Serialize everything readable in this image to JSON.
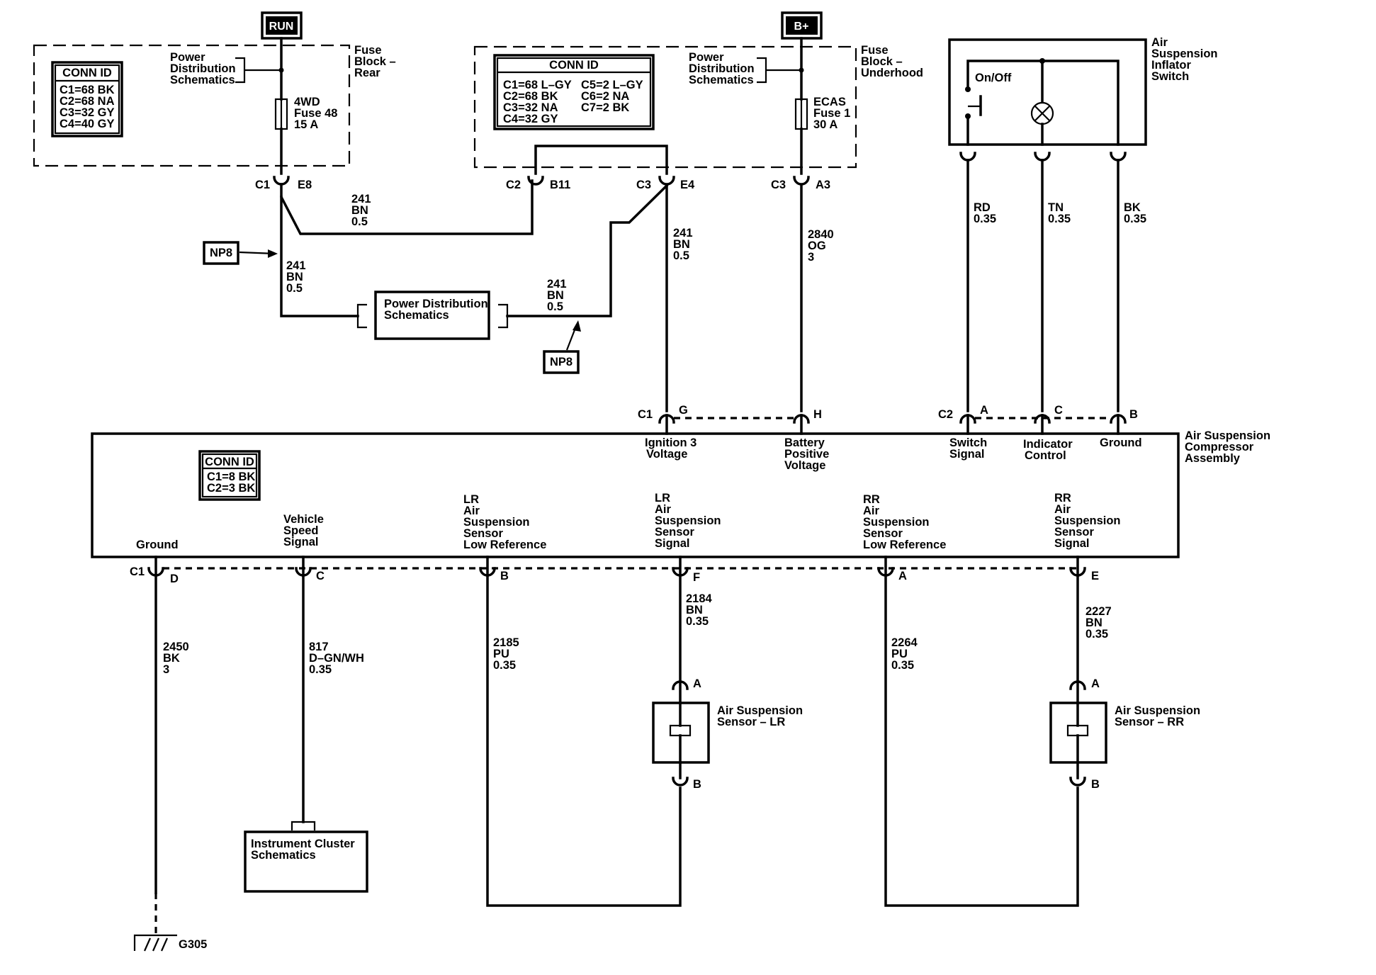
{
  "top_labels": {
    "run": "RUN",
    "bplus": "B+",
    "fuse_block_rear": [
      "Fuse",
      "Block –",
      "Rear"
    ],
    "fuse_block_underhood": [
      "Fuse",
      "Block –",
      "Underhood"
    ],
    "power_dist_left": [
      "Power",
      "Distribution",
      "Schematics"
    ],
    "power_dist_right": [
      "Power",
      "Distribution",
      "Schematics"
    ],
    "fuse_4wd": [
      "4WD",
      "Fuse 48",
      "15 A"
    ],
    "fuse_ecas": [
      "ECAS",
      "Fuse 1",
      "30 A"
    ]
  },
  "conn_id_rear": {
    "title": "CONN ID",
    "rows": [
      "C1=68 BK",
      "C2=68 NA",
      "C3=32 GY",
      "C4=40 GY"
    ]
  },
  "conn_id_underhood": {
    "title": "CONN ID",
    "col1": [
      "C1=68 L–GY",
      "C2=68 BK",
      "C3=32 NA",
      "C4=32 GY"
    ],
    "col2": [
      "C5=2 L–GY",
      "C6=2 NA",
      "C7=2 BK"
    ]
  },
  "conn_id_compressor": {
    "title": "CONN ID",
    "rows": [
      "C1=8 BK",
      "C2=3 BK"
    ]
  },
  "switch": {
    "title": [
      "Air",
      "Suspension",
      "Inflator",
      "Switch"
    ],
    "on_off": "On/Off"
  },
  "connectors": {
    "c1_e8": [
      "C1",
      "E8"
    ],
    "c2_b11": [
      "C2",
      "B11"
    ],
    "c3_e4": [
      "C3",
      "E4"
    ],
    "c3_a3": [
      "C3",
      "A3"
    ],
    "c1_g": [
      "C1",
      "G"
    ],
    "h": "H",
    "c2_a": [
      "C2",
      "A"
    ],
    "c": "C",
    "b_top": "B",
    "c1_d": [
      "C1",
      "D"
    ],
    "c_bottom": "C",
    "b_bottom": "B",
    "f": "F",
    "a_bottom": "A",
    "e": "E",
    "lr_a": "A",
    "lr_b": "B",
    "rr_a": "A",
    "rr_b": "B"
  },
  "wires": {
    "w241_top": [
      "241",
      "BN",
      "0.5"
    ],
    "w241_left": [
      "241",
      "BN",
      "0.5"
    ],
    "w241_mid": [
      "241",
      "BN",
      "0.5"
    ],
    "w241_e4": [
      "241",
      "BN",
      "0.5"
    ],
    "w2840": [
      "2840",
      "OG",
      "3"
    ],
    "wrd": [
      "RD",
      "0.35"
    ],
    "wtn": [
      "TN",
      "0.35"
    ],
    "wbk": [
      "BK",
      "0.35"
    ],
    "w2450": [
      "2450",
      "BK",
      "3"
    ],
    "w817": [
      "817",
      "D–GN/WH",
      "0.35"
    ],
    "w2185": [
      "2185",
      "PU",
      "0.35"
    ],
    "w2184": [
      "2184",
      "BN",
      "0.35"
    ],
    "w2264": [
      "2264",
      "PU",
      "0.35"
    ],
    "w2227": [
      "2227",
      "BN",
      "0.35"
    ]
  },
  "np8_left": "NP8",
  "np8_mid": "NP8",
  "pds_box": [
    "Power Distribution",
    "Schematics"
  ],
  "compressor": {
    "title": [
      "Air Suspension",
      "Compressor",
      "Assembly"
    ],
    "pin_ign": [
      "Ignition 3",
      "Voltage"
    ],
    "pin_batt": [
      "Battery",
      "Positive",
      "Voltage"
    ],
    "pin_switch": [
      "Switch",
      "Signal"
    ],
    "pin_indicator": [
      "Indicator",
      "Control"
    ],
    "pin_ground_top": [
      "Ground"
    ],
    "pin_ground": [
      "Ground"
    ],
    "pin_vss": [
      "Vehicle",
      "Speed",
      "Signal"
    ],
    "pin_lr_low": [
      "LR",
      "Air",
      "Suspension",
      "Sensor",
      "Low Reference"
    ],
    "pin_lr_sig": [
      "LR",
      "Air",
      "Suspension",
      "Sensor",
      "Signal"
    ],
    "pin_rr_low": [
      "RR",
      "Air",
      "Suspension",
      "Sensor",
      "Low Reference"
    ],
    "pin_rr_sig": [
      "RR",
      "Air",
      "Suspension",
      "Sensor",
      "Signal"
    ]
  },
  "sensor_lr": [
    "Air Suspension",
    "Sensor – LR"
  ],
  "sensor_rr": [
    "Air Suspension",
    "Sensor – RR"
  ],
  "cluster": [
    "Instrument Cluster",
    "Schematics"
  ],
  "ground_id": "G305"
}
